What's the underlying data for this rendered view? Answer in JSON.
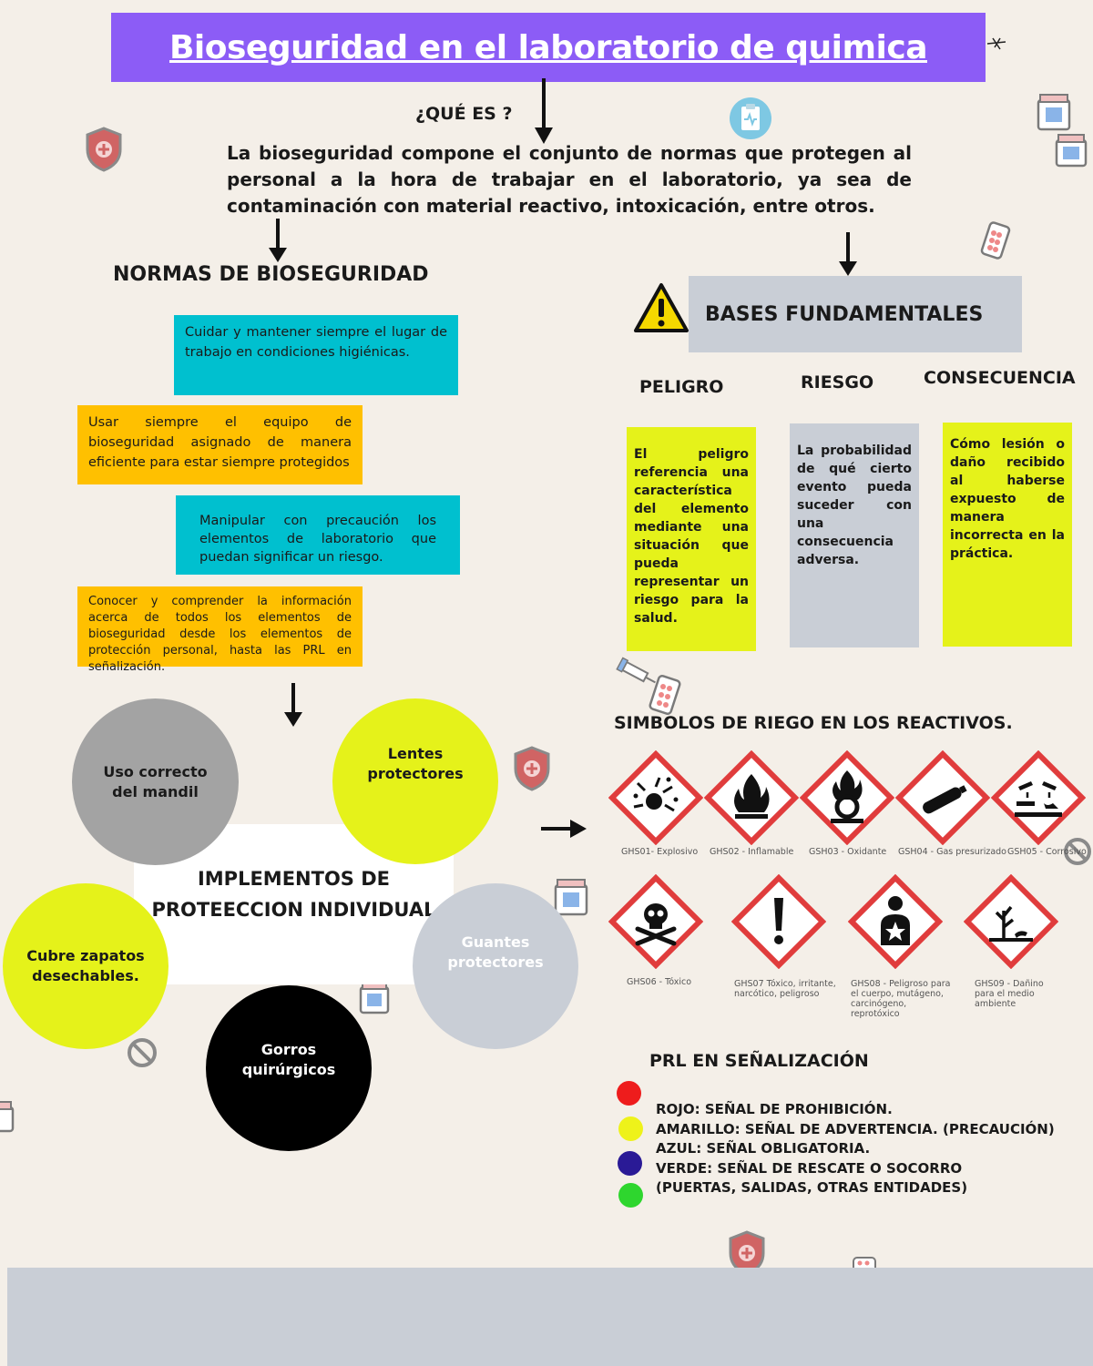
{
  "title": "Bioseguridad en el laboratorio de quimica",
  "que_es": {
    "label": "¿QUÉ ES ?",
    "text": "La bioseguridad compone el conjunto de normas que protegen al personal a la hora de trabajar en el laboratorio, ya sea de contaminación con material reactivo, intoxicación, entre otros."
  },
  "normas": {
    "heading": "NORMAS DE BIOSEGURIDAD",
    "items": [
      "Cuidar y mantener siempre el lugar de trabajo en condiciones higiénicas.",
      "Usar siempre el equipo de bioseguridad asignado de manera eficiente para estar siempre protegidos",
      "Manipular con precaución los elementos de laboratorio que puedan significar un riesgo.",
      "Conocer y comprender la información acerca de todos los elementos de bioseguridad desde los elementos de protección personal, hasta las PRL en señalización."
    ]
  },
  "bases": {
    "heading": "BASES FUNDAMENTALES",
    "concepts": [
      {
        "title": "PELIGRO",
        "text": "El peligro referencia una característica del elemento mediante una situación que pueda representar un riesgo para la salud."
      },
      {
        "title": "RIESGO",
        "text": "La probabilidad de qué cierto evento pueda suceder con una consecuencia adversa."
      },
      {
        "title": "CONSECUENCIA",
        "text": "Cómo lesión o daño recibido al haberse expuesto de manera incorrecta en la práctica."
      }
    ]
  },
  "implementos": {
    "heading": "IMPLEMENTOS DE PROTEECCION INDIVIDUAL",
    "items": [
      "Uso correcto del mandil",
      "Lentes protectores",
      "Cubre zapatos desechables.",
      "Guantes protectores",
      "Gorros quirúrgicos"
    ]
  },
  "simbolos": {
    "heading": "SIMBOLOS DE RIEGO EN LOS REACTIVOS.",
    "items": [
      {
        "code": "GHS01- Explosivo",
        "icon": "explosive-icon"
      },
      {
        "code": "GHS02 - Inflamable",
        "icon": "flame-icon"
      },
      {
        "code": "GSH03 - Oxidante",
        "icon": "flame-over-circle-icon"
      },
      {
        "code": "GSH04 - Gas presurizado",
        "icon": "gas-cylinder-icon"
      },
      {
        "code": "GSH05 - Corrosivo",
        "icon": "corrosion-icon"
      },
      {
        "code": "GHS06 - Tóxico",
        "icon": "skull-icon"
      },
      {
        "code": "GHS07 Tóxico, irritante, narcótico, peligroso",
        "icon": "exclamation-icon"
      },
      {
        "code": "GHS08 - Peligroso para el cuerpo, mutágeno, carcinógeno, reprotóxico",
        "icon": "health-hazard-icon"
      },
      {
        "code": "GHS09 - Dañino para el medio ambiente",
        "icon": "environment-icon"
      }
    ]
  },
  "prl": {
    "heading": "PRL EN SEÑALIZACIÓN",
    "lines": [
      "ROJO: SEÑAL DE PROHIBICIÓN.",
      "AMARILLO: SEÑAL DE ADVERTENCIA. (PRECAUCIÓN)",
      "AZUL: SEÑAL OBLIGATORIA.",
      "VERDE: SEÑAL DE RESCATE O SOCORRO",
      "(PUERTAS, SALIDAS, OTRAS ENTIDADES)"
    ],
    "dot_colors": [
      "#ee1c1c",
      "#eef21a",
      "#2a1a96",
      "#2ed62e"
    ]
  },
  "colors": {
    "title_bg": "#8c5cf6",
    "cyan": "#00c0cf",
    "orange": "#ffc000",
    "lime": "#e5f21a",
    "grey": "#c9ced6",
    "circle_grey": "#a3a3a3",
    "ghs_red": "#e03c3c"
  }
}
